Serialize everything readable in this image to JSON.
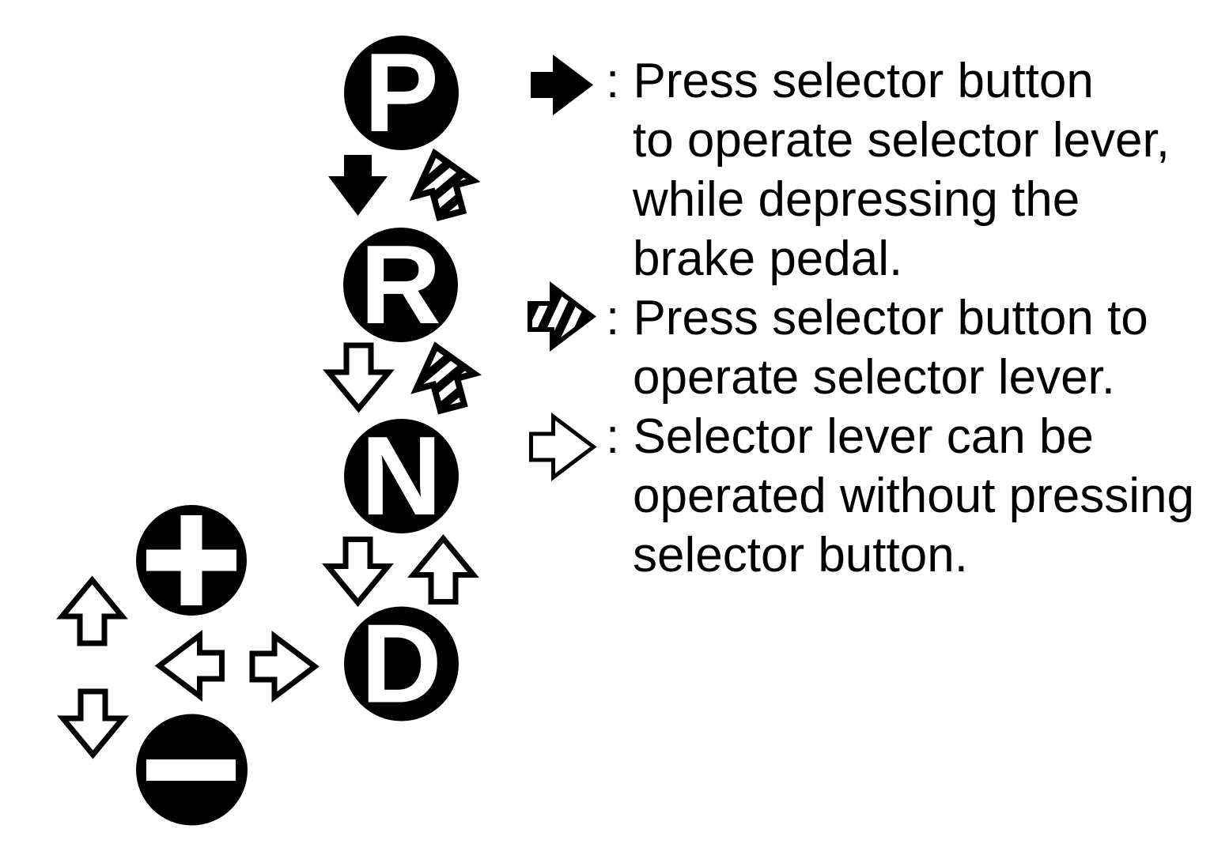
{
  "diagram": {
    "gears": [
      {
        "label": "P"
      },
      {
        "label": "R"
      },
      {
        "label": "N"
      },
      {
        "label": "D"
      }
    ],
    "manual_shift": {
      "upshift_symbol": "+",
      "downshift_symbol": "−"
    }
  },
  "legend": {
    "entries": [
      {
        "icon": "solid-right-arrow-icon",
        "lines": [
          ": Press selector button",
          "to operate selector lever,",
          "while depressing the",
          "brake pedal."
        ]
      },
      {
        "icon": "hatched-right-arrow-icon",
        "lines": [
          ": Press selector button to",
          "operate selector lever."
        ]
      },
      {
        "icon": "outline-right-arrow-icon",
        "lines": [
          ": Selector lever can be",
          "operated without pressing",
          "selector button."
        ]
      }
    ]
  },
  "colors": {
    "ink": "#000000",
    "paper": "#ffffff"
  }
}
